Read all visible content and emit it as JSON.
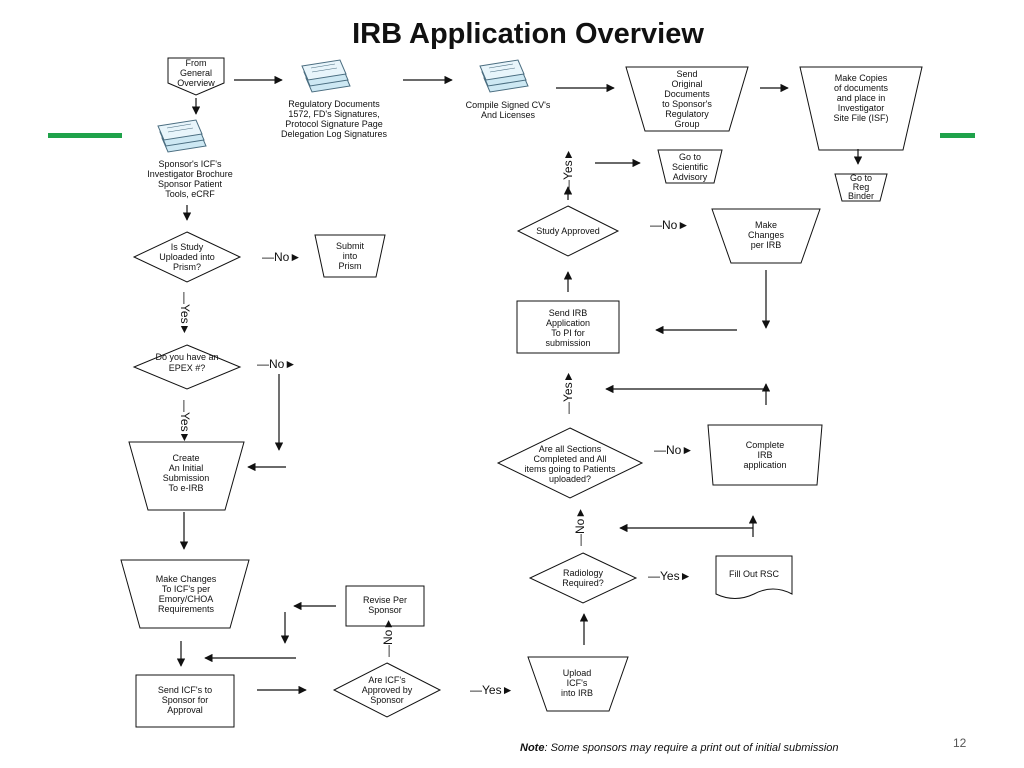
{
  "title": "IRB Application Overview",
  "nodes": {
    "from_general": [
      "From",
      "General",
      "Overview"
    ],
    "regulatory_docs": [
      "Regulatory Documents",
      "1572, FD's Signatures,",
      "Protocol Signature Page",
      "Delegation Log Signatures"
    ],
    "compile_cvs": [
      "Compile Signed CV's",
      "And Licenses"
    ],
    "send_original": [
      "Send",
      "Original",
      "Documents",
      "to Sponsor's",
      "Regulatory",
      "Group"
    ],
    "make_copies": [
      "Make Copies",
      "of documents",
      "and place in",
      "Investigator",
      "Site File (ISF)"
    ],
    "go_reg_binder": [
      "Go to",
      "Reg",
      "Binder"
    ],
    "sponsor_icf": [
      "Sponsor's ICF's",
      "Investigator Brochure",
      "Sponsor Patient",
      "Tools, eCRF"
    ],
    "go_scientific": [
      "Go to",
      "Scientific",
      "Advisory"
    ],
    "study_approved": [
      "Study Approved"
    ],
    "make_changes_irb": [
      "Make",
      "Changes",
      "per IRB"
    ],
    "is_uploaded": [
      "Is Study",
      "Uploaded into",
      "Prism?"
    ],
    "submit_prism": [
      "Submit",
      "into",
      "Prism"
    ],
    "send_irb_app": [
      "Send IRB",
      "Application",
      "To PI for",
      "submission"
    ],
    "epex": [
      "Do you have an",
      "EPEX #?"
    ],
    "are_all_sections": [
      "Are all Sections",
      "Completed and All",
      "items going to Patients",
      "uploaded?"
    ],
    "complete_irb": [
      "Complete",
      "IRB",
      "application"
    ],
    "create_initial": [
      "Create",
      "An Initial",
      "Submission",
      "To e-IRB"
    ],
    "radiology": [
      "Radiology",
      "Required?"
    ],
    "fill_rsc": [
      "Fill Out RSC"
    ],
    "make_changes_icf": [
      "Make Changes",
      "To ICF's per",
      "Emory/CHOA",
      "Requirements"
    ],
    "revise_sponsor": [
      "Revise Per",
      "Sponsor"
    ],
    "upload_icfs": [
      "Upload",
      "ICF's",
      "into IRB"
    ],
    "send_icfs_sponsor": [
      "Send ICF's to",
      "Sponsor for",
      "Approval"
    ],
    "icfs_approved": [
      "Are ICF's",
      "Approved by",
      "Sponsor"
    ]
  },
  "edge_labels": {
    "no": "—No►",
    "yes": "—Yes►",
    "yes_v": "—Yes►",
    "no_v": "—No►"
  },
  "footer": {
    "note_label": "Note",
    "note_text": ":  Some sponsors may require a print out of initial submission",
    "page_number": "12"
  },
  "colors": {
    "accent_green": "#1fa24a",
    "doc_fill": "#cde8f3",
    "doc_stroke": "#4a6d80"
  }
}
